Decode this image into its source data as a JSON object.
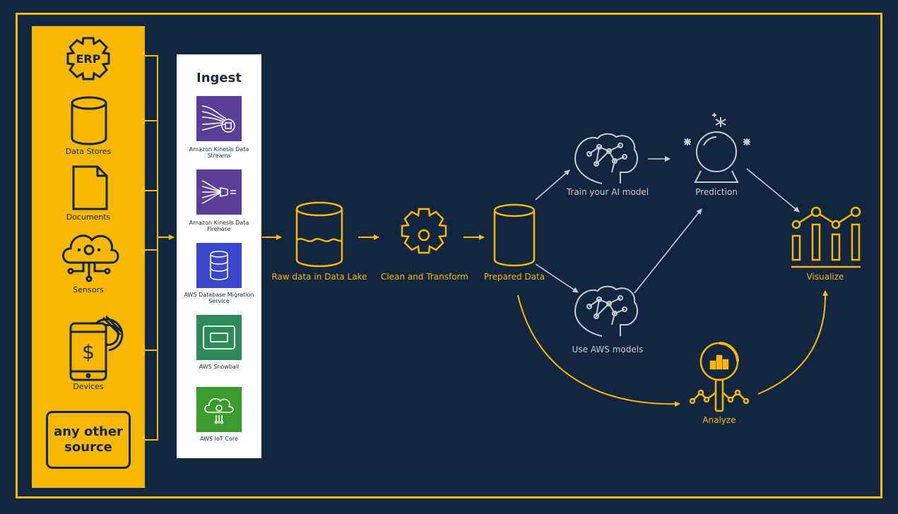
{
  "sources": {
    "erp_label": "ERP",
    "items": [
      {
        "label": "Data Stores"
      },
      {
        "label": "Documents"
      },
      {
        "label": "Sensors"
      },
      {
        "label": "Devices"
      }
    ],
    "other_label": "any other\nsource",
    "device_symbol": "$"
  },
  "ingest": {
    "title": "Ingest",
    "services": [
      {
        "label": "Amazon Kinesis Data Streams",
        "color": "#5a3c99",
        "icon": "streams-icon"
      },
      {
        "label": "Amazon Kinesis Data Firehose",
        "color": "#5a3c99",
        "icon": "firehose-icon"
      },
      {
        "label": "AWS Database Migration Service",
        "color": "#3b48cc",
        "icon": "database-icon"
      },
      {
        "label": "AWS Snowball",
        "color": "#2e8b57",
        "icon": "snowball-icon"
      },
      {
        "label": "AWS IoT Core",
        "color": "#3b9c2e",
        "icon": "iot-icon"
      }
    ]
  },
  "stages": {
    "raw": "Raw data in Data Lake",
    "clean": "Clean and Transform",
    "prepared": "Prepared Data",
    "train": "Train your AI model",
    "aws_models": "Use AWS models",
    "prediction": "Prediction",
    "visualize": "Visualize",
    "analyze": "Analyze"
  },
  "colors": {
    "background": "#13263f",
    "accent": "#f9b800",
    "ml_gray": "#c8ccd2"
  }
}
